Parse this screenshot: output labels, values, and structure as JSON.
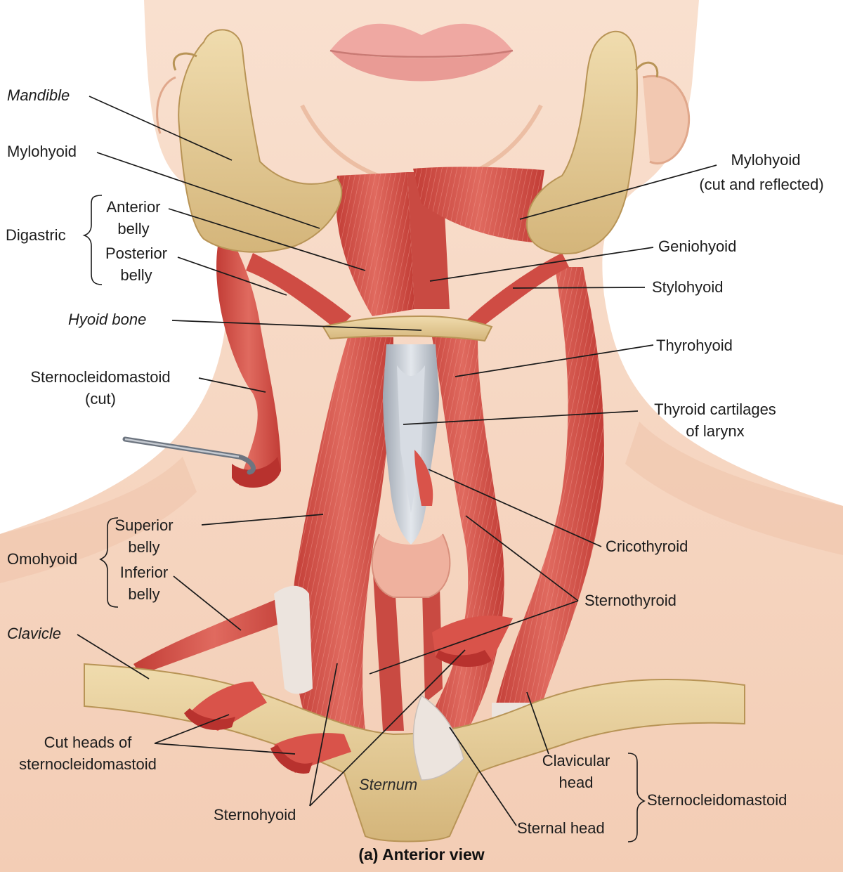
{
  "caption": "(a) Anterior view",
  "labels": {
    "mandible": "Mandible",
    "mylohyoid": "Mylohyoid",
    "anterior_belly_1": "Anterior",
    "anterior_belly_2": "belly",
    "digastric": "Digastric",
    "posterior_belly_1": "Posterior",
    "posterior_belly_2": "belly",
    "hyoid_bone": "Hyoid bone",
    "scm_cut_1": "Sternocleidomastoid",
    "scm_cut_2": "(cut)",
    "superior_belly_1": "Superior",
    "superior_belly_2": "belly",
    "omohyoid": "Omohyoid",
    "inferior_belly_1": "Inferior",
    "inferior_belly_2": "belly",
    "clavicle": "Clavicle",
    "cut_heads_1": "Cut heads of",
    "cut_heads_2": "sternocleidomastoid",
    "sternohyoid": "Sternohyoid",
    "sternum": "Sternum",
    "mylohyoid_reflected_1": "Mylohyoid",
    "mylohyoid_reflected_2": "(cut and reflected)",
    "geniohyoid": "Geniohyoid",
    "stylohyoid": "Stylohyoid",
    "thyrohyoid": "Thyrohyoid",
    "thyroid_cartilages_1": "Thyroid cartilages",
    "thyroid_cartilages_2": "of larynx",
    "cricothyroid": "Cricothyroid",
    "sternothyroid": "Sternothyroid",
    "clavicular_head_1": "Clavicular",
    "clavicular_head_2": "head",
    "sternocleidomastoid": "Sternocleidomastoid",
    "sternal_head": "Sternal head"
  },
  "colors": {
    "skin": "#f7d9c4",
    "skin_shadow": "#eebba0",
    "muscle": "#d9534a",
    "muscle_dark": "#b8322e",
    "bone": "#e8cf9c",
    "bone_dark": "#c9a86a",
    "cartilage": "#c5cbd3",
    "gland": "#efb19e",
    "tendon": "#ece4de"
  }
}
